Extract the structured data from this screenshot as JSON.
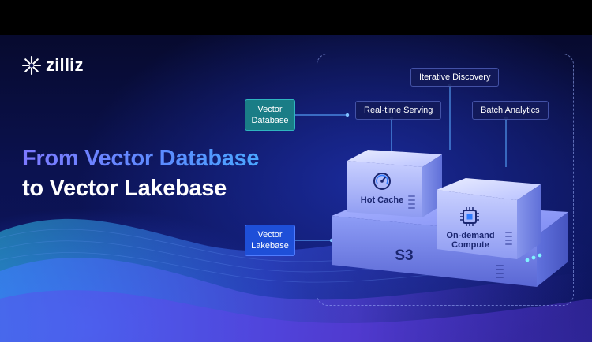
{
  "brand": {
    "name": "zilliz",
    "icon": "snowflake-star-icon"
  },
  "headline": {
    "line1_highlight": "From Vector Database",
    "line2_prefix": "to",
    "line2_highlight": "Vector Lakebase"
  },
  "tags": {
    "vector_database": "Vector\nDatabase",
    "vector_lakebase": "Vector\nLakebase"
  },
  "capabilities": {
    "iterative_discovery": "Iterative Discovery",
    "realtime_serving": "Real-time Serving",
    "batch_analytics": "Batch Analytics"
  },
  "blocks": {
    "hot_cache": "Hot Cache",
    "on_demand_compute_line1": "On-demand",
    "on_demand_compute_line2": "Compute",
    "storage": "S3"
  },
  "icons": {
    "hot_cache": "speedometer-icon",
    "compute": "cpu-chip-icon"
  },
  "colors": {
    "background": "#0b1250",
    "accent_purple": "#7d79ff",
    "accent_blue": "#4aa6ff",
    "teal_tag": "#1a7d86",
    "blue_tag": "#1e4fd8",
    "block_label": "#1b2670"
  }
}
